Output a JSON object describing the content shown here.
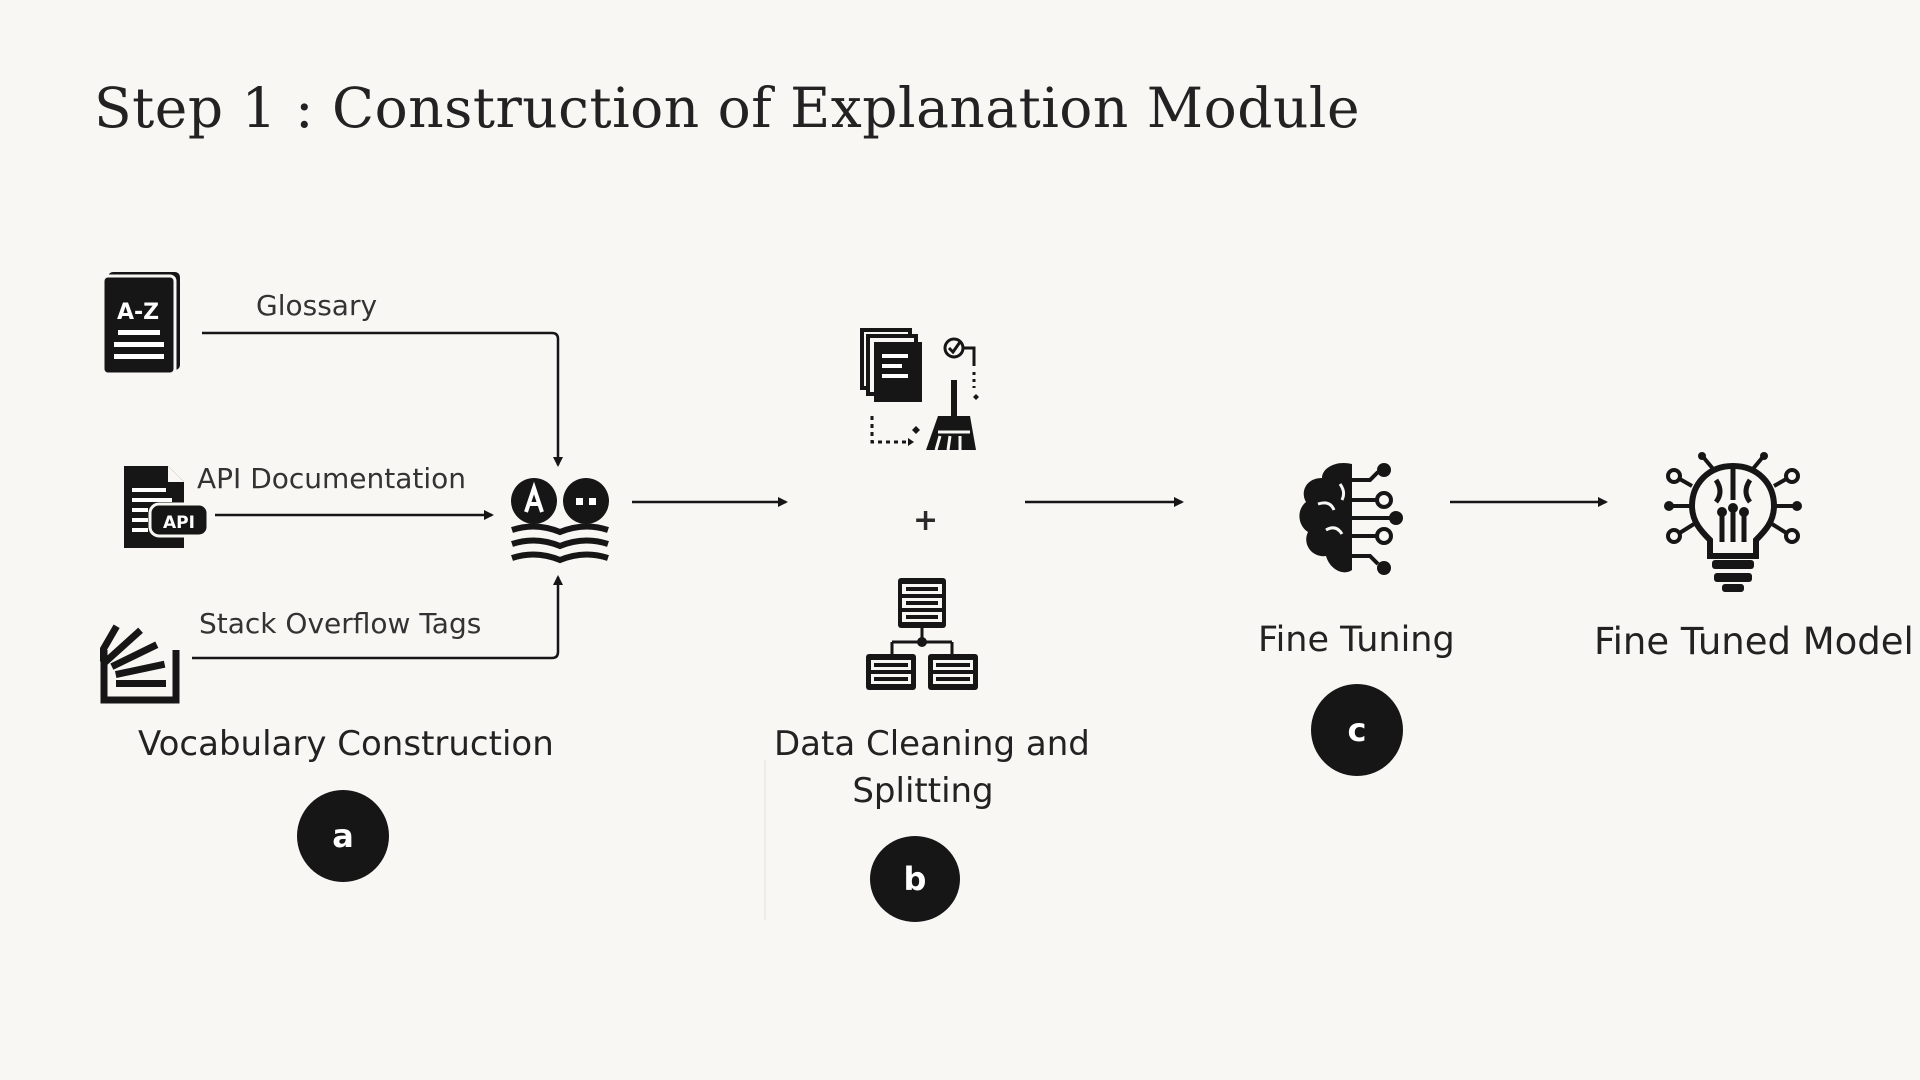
{
  "title": "Step 1 : Construction of Explanation Module",
  "sources": {
    "glossary": {
      "label": "Glossary",
      "icon": "a-z-glossary-book-icon",
      "icon_text": "A-Z"
    },
    "api_docs": {
      "label": "API Documentation",
      "icon": "api-document-icon",
      "icon_text": "API"
    },
    "stack_overflow": {
      "label": "Stack Overflow Tags",
      "icon": "stack-overflow-icon"
    }
  },
  "stages": {
    "vocabulary": {
      "label": "Vocabulary Construction",
      "badge": "a",
      "icon": "dictionary-book-icon"
    },
    "data_cleaning": {
      "label_line1": "Data Cleaning and",
      "label_line2": "Splitting",
      "badge": "b",
      "plus": "+",
      "icons": [
        "documents-cleaning-icon",
        "data-hierarchy-icon"
      ]
    },
    "fine_tuning": {
      "label": "Fine Tuning",
      "badge": "c",
      "icon": "brain-circuit-icon"
    },
    "fine_tuned_model": {
      "label": "Fine Tuned Model",
      "icon": "lightbulb-brain-icon"
    }
  },
  "colors": {
    "background": "#f8f7f4",
    "ink": "#161616",
    "badge": "#161616",
    "badge_text": "#ffffff"
  }
}
